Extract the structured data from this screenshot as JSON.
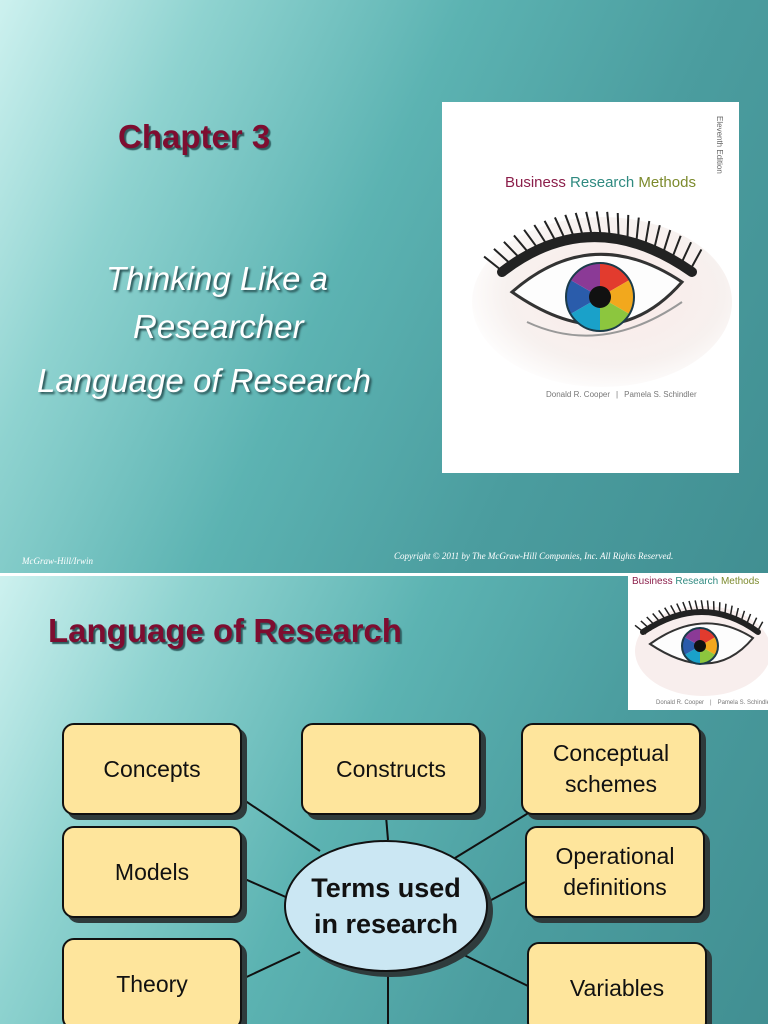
{
  "slide1": {
    "chapter": "Chapter 3",
    "subtitle_lines": [
      "Thinking Like a",
      "Researcher",
      "Language of Research"
    ],
    "footer_publisher": "McGraw-Hill/Irwin",
    "copyright": "Copyright © 2011 by  The McGraw-Hill Companies, Inc. All Rights Reserved."
  },
  "book_cover": {
    "title_parts": [
      "Business",
      "Research",
      "Methods"
    ],
    "edition": "Eleventh Edition",
    "authors": [
      "Donald R. Cooper",
      "Pamela S. Schindler"
    ],
    "author_separator": "|",
    "eye_colors": [
      "#e23b2e",
      "#f2a81d",
      "#8cc63e",
      "#1aa1c9",
      "#2a5cab",
      "#8b3a96"
    ]
  },
  "slide2": {
    "title": "Language of Research",
    "hub": [
      "Terms used",
      "in research"
    ],
    "terms": {
      "concepts": "Concepts",
      "constructs": "Constructs",
      "conceptual_schemes": [
        "Conceptual",
        "schemes"
      ],
      "models": "Models",
      "operational_definitions": [
        "Operational",
        "definitions"
      ],
      "theory": "Theory",
      "variables": "Variables"
    }
  },
  "colors": {
    "title": "#7e0d30",
    "term_box": "#fee59c",
    "hub_fill": "#cbe7f3"
  }
}
